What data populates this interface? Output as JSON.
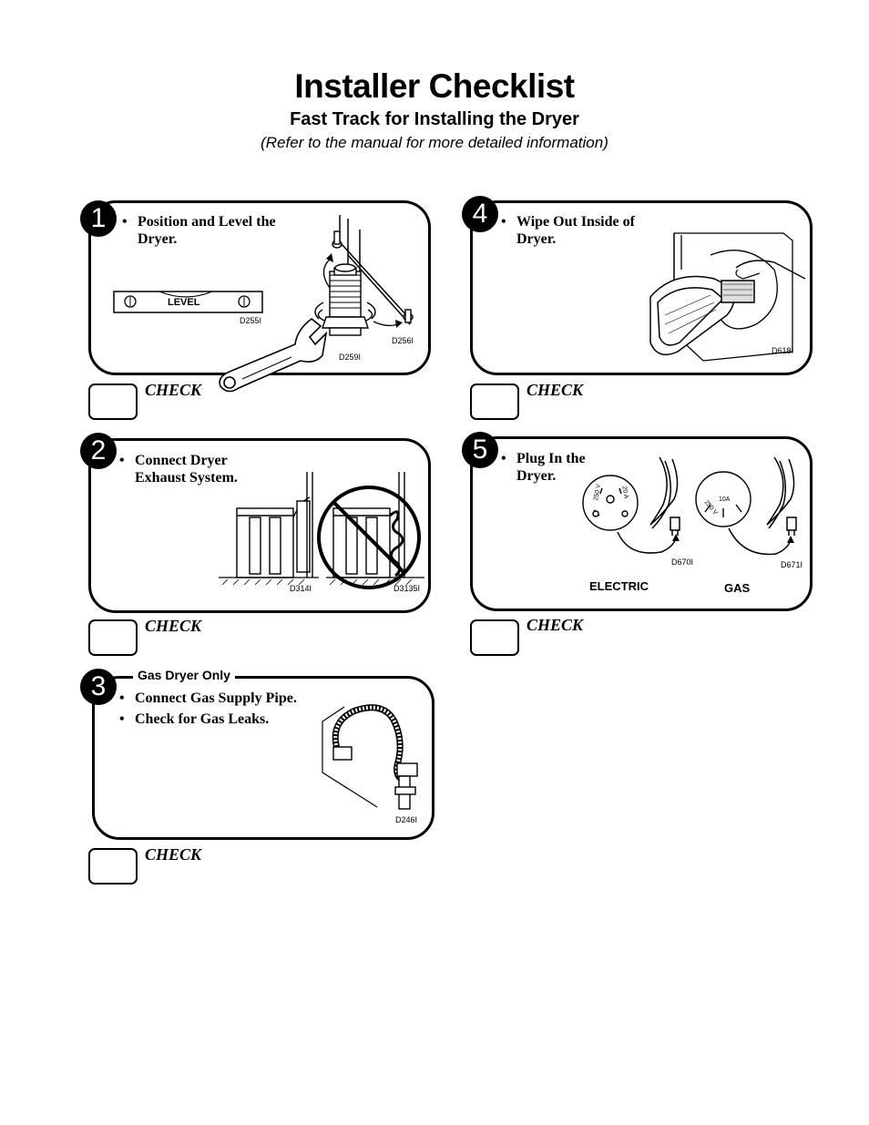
{
  "header": {
    "title": "Installer Checklist",
    "subtitle": "Fast Track for Installing the Dryer",
    "note": "(Refer to the manual for more detailed information)"
  },
  "check_label": "CHECK",
  "steps": [
    {
      "number": "1",
      "bullets": [
        "Position and Level the Dryer."
      ],
      "codes": [
        "D255I",
        "D259I",
        "D256I"
      ],
      "level_label": "LEVEL"
    },
    {
      "number": "2",
      "bullets": [
        "Connect Dryer Exhaust System."
      ],
      "codes": [
        "D314I",
        "D3135I"
      ]
    },
    {
      "number": "3",
      "header": "Gas Dryer Only",
      "bullets": [
        "Connect Gas Supply Pipe.",
        "Check for Gas Leaks."
      ],
      "codes": [
        "D246I"
      ]
    },
    {
      "number": "4",
      "bullets": [
        "Wipe Out Inside of Dryer."
      ],
      "codes": [
        "D618I"
      ]
    },
    {
      "number": "5",
      "bullets": [
        "Plug In the Dryer."
      ],
      "codes": [
        "D670I",
        "D671I"
      ],
      "labels": [
        "ELECTRIC",
        "GAS"
      ],
      "outlet_labels": [
        "250 V",
        "20 A",
        "10A",
        "250 V"
      ]
    }
  ],
  "icons": [
    "step-number-badge",
    "spirit-level-icon",
    "wrench-icon",
    "leveling-foot-icon",
    "dryer-icon",
    "no-symbol-icon",
    "gas-hose-icon",
    "lint-filter-icon",
    "power-outlet-icon",
    "power-plug-icon"
  ]
}
